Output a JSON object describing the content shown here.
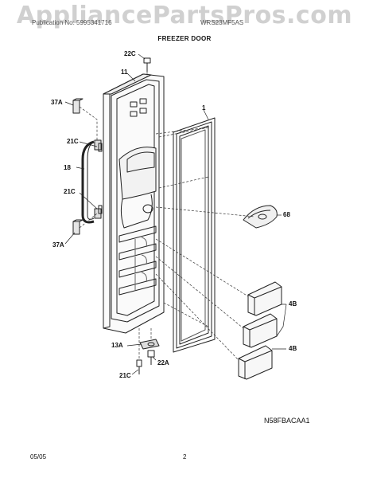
{
  "watermark": "AppliancePartsPros.com",
  "header": {
    "left_text": "Publication No: 5995341716",
    "right_text": "WRS23MF5AS"
  },
  "title": "FREEZER DOOR",
  "callouts": {
    "c22C": "22C",
    "c11": "11",
    "c1": "1",
    "c37A_top": "37A",
    "c21C_top": "21C",
    "c18": "18",
    "c21C_mid": "21C",
    "c37A_bot": "37A",
    "c68": "68",
    "c4B_top": "4B",
    "c4B_bot": "4B",
    "c13A": "13A",
    "c22A": "22A",
    "c21C_bot": "21C"
  },
  "diagram_code": "N58FBACAA1",
  "footer": {
    "date": "05/05",
    "page_number": "2"
  }
}
